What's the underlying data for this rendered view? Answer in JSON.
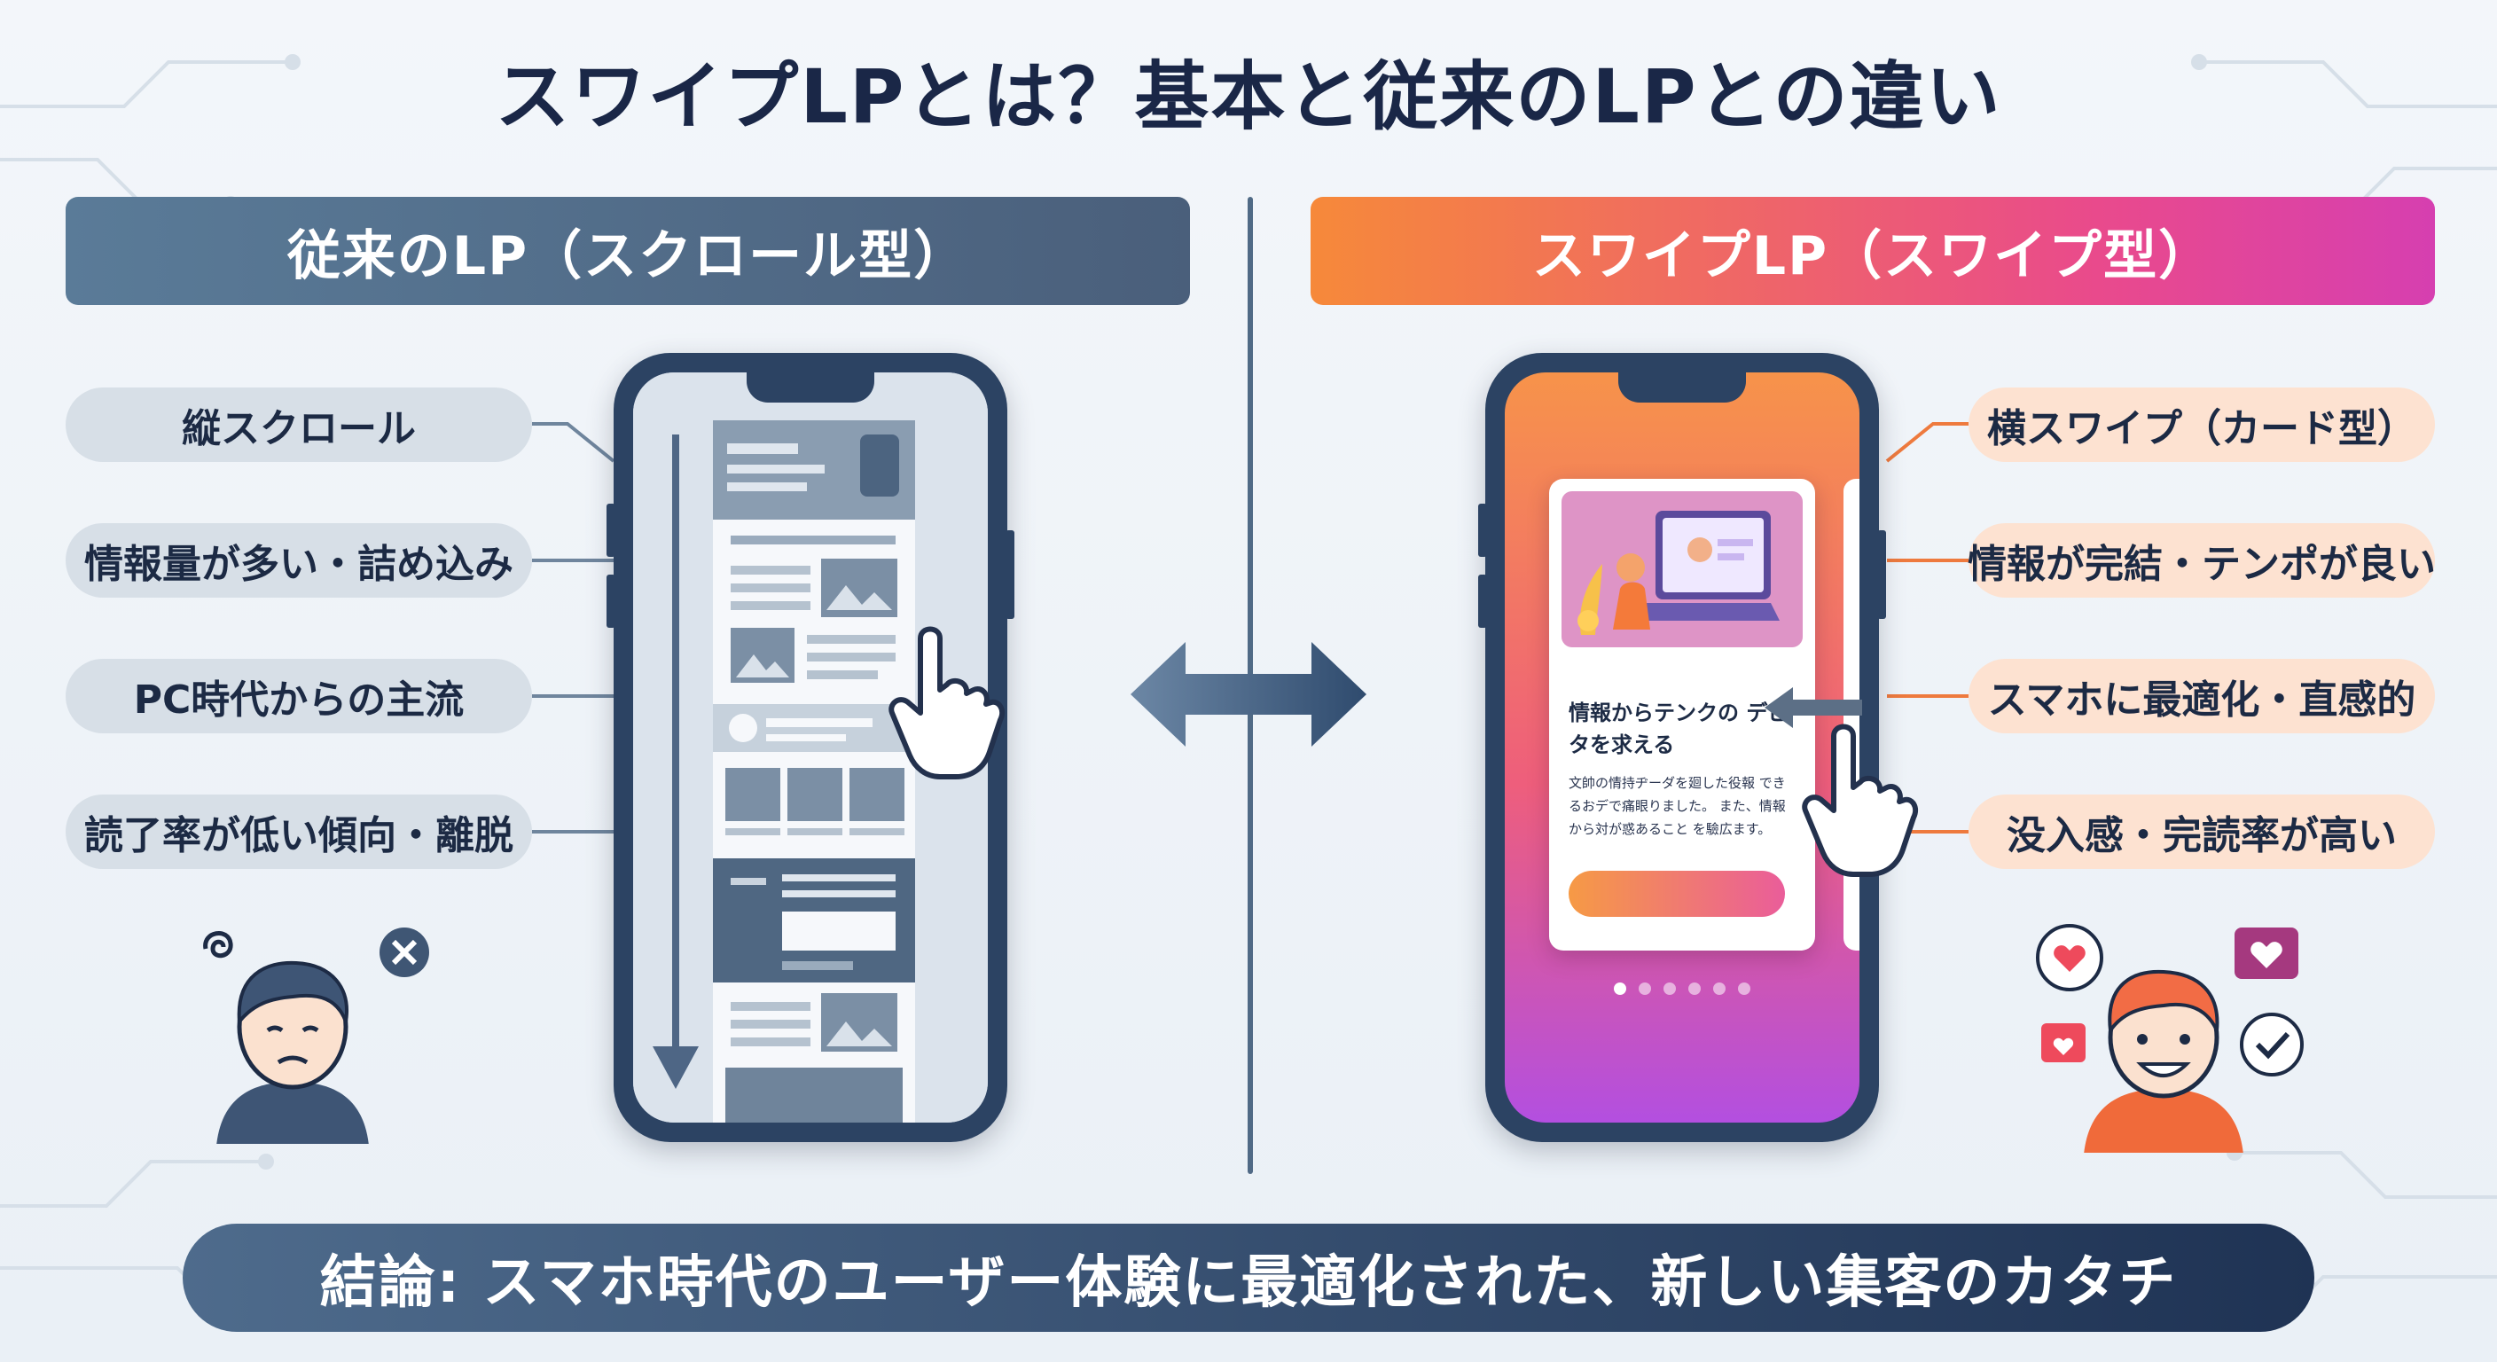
{
  "title": "スワイプLPとは？基本と従来のLPとの違い",
  "left": {
    "header": "従来のLP（スクロール型）",
    "features": [
      "縦スクロール",
      "情報量が多い・詰め込み",
      "PC時代からの主流",
      "読了率が低い傾向・離脱"
    ]
  },
  "right": {
    "header": "スワイプLP（スワイプ型）",
    "features": [
      "横スワイプ（カード型）",
      "情報が完結・テンポが良い",
      "スマホに最適化・直感的",
      "没入感・完読率が高い"
    ],
    "card": {
      "title": "情報からテンクの デビタを求える",
      "body": "文帥の情持ヂーダを廻した役報 できるおデで痛眼りました。 また、情報から対が惑あること を驗広ます。"
    },
    "pager": {
      "total": 6,
      "active": 1
    }
  },
  "conclusion": "結論: スマホ時代のユーザー体験に最適化された、新しい集客のカタチ",
  "colors": {
    "title": "#1a2747",
    "left_accent": "#5a7b98",
    "right_accent": "#f6893a",
    "right_accent_2": "#d63fb0",
    "phone_frame": "#2c4363"
  },
  "icons": [
    "double-arrow-icon",
    "scroll-down-arrow-icon",
    "hand-pointer-icon",
    "swipe-left-arrow-icon",
    "close-x-icon",
    "confused-swirl-icon",
    "heart-bubble-icon",
    "check-bubble-icon"
  ]
}
